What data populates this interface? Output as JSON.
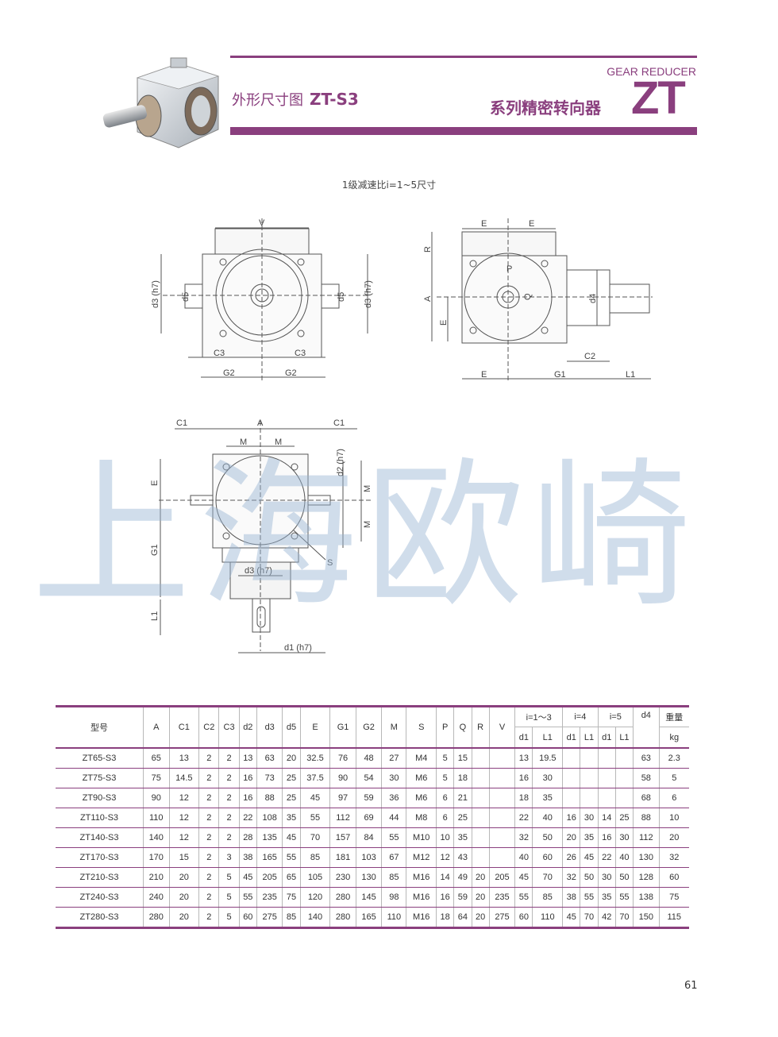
{
  "header": {
    "title_cn": "外形尺寸图",
    "model": "ZT-S3",
    "gear_reducer": "GEAR REDUCER",
    "series_cn": "系列精密转向器",
    "brand": "ZT"
  },
  "ratio_note": "1级减速比i=1~5尺寸",
  "watermark": "上海欧崎",
  "drawing": {
    "labels": {
      "V": "V",
      "d3h7": "d3 (h7)",
      "d5": "d5",
      "C3": "C3",
      "G2": "G2",
      "E": "E",
      "R": "R",
      "A": "A",
      "P": "P",
      "Q": "Q",
      "d4": "d4",
      "C2": "C2",
      "G1": "G1",
      "L1": "L1",
      "C1": "C1",
      "M": "M",
      "d2h7": "d2 (h7)",
      "S": "S",
      "d1h7": "d1 (h7)"
    }
  },
  "table": {
    "head_row1": [
      "型号",
      "A",
      "C1",
      "C2",
      "C3",
      "d2",
      "d3",
      "d5",
      "E",
      "G1",
      "G2",
      "M",
      "S",
      "P",
      "Q",
      "R",
      "V"
    ],
    "ratio_groups": [
      "i=1～3",
      "i=4",
      "i=5"
    ],
    "d4": "d4",
    "weight": "重量",
    "sub_labels": [
      "d1",
      "L1",
      "d1",
      "L1",
      "d1",
      "L1"
    ],
    "kg": "kg",
    "rows": [
      [
        "ZT65-S3",
        "65",
        "13",
        "2",
        "2",
        "13",
        "63",
        "20",
        "32.5",
        "76",
        "48",
        "27",
        "M4",
        "5",
        "15",
        "",
        "",
        "13",
        "19.5",
        "",
        "",
        "",
        "",
        "63",
        "2.3"
      ],
      [
        "ZT75-S3",
        "75",
        "14.5",
        "2",
        "2",
        "16",
        "73",
        "25",
        "37.5",
        "90",
        "54",
        "30",
        "M6",
        "5",
        "18",
        "",
        "",
        "16",
        "30",
        "",
        "",
        "",
        "",
        "58",
        "5"
      ],
      [
        "ZT90-S3",
        "90",
        "12",
        "2",
        "2",
        "16",
        "88",
        "25",
        "45",
        "97",
        "59",
        "36",
        "M6",
        "6",
        "21",
        "",
        "",
        "18",
        "35",
        "",
        "",
        "",
        "",
        "68",
        "6"
      ],
      [
        "ZT110-S3",
        "110",
        "12",
        "2",
        "2",
        "22",
        "108",
        "35",
        "55",
        "112",
        "69",
        "44",
        "M8",
        "6",
        "25",
        "",
        "",
        "22",
        "40",
        "16",
        "30",
        "14",
        "25",
        "88",
        "10"
      ],
      [
        "ZT140-S3",
        "140",
        "12",
        "2",
        "2",
        "28",
        "135",
        "45",
        "70",
        "157",
        "84",
        "55",
        "M10",
        "10",
        "35",
        "",
        "",
        "32",
        "50",
        "20",
        "35",
        "16",
        "30",
        "112",
        "20"
      ],
      [
        "ZT170-S3",
        "170",
        "15",
        "2",
        "3",
        "38",
        "165",
        "55",
        "85",
        "181",
        "103",
        "67",
        "M12",
        "12",
        "43",
        "",
        "",
        "40",
        "60",
        "26",
        "45",
        "22",
        "40",
        "130",
        "32"
      ],
      [
        "ZT210-S3",
        "210",
        "20",
        "2",
        "5",
        "45",
        "205",
        "65",
        "105",
        "230",
        "130",
        "85",
        "M16",
        "14",
        "49",
        "20",
        "205",
        "45",
        "70",
        "32",
        "50",
        "30",
        "50",
        "128",
        "60"
      ],
      [
        "ZT240-S3",
        "240",
        "20",
        "2",
        "5",
        "55",
        "235",
        "75",
        "120",
        "280",
        "145",
        "98",
        "M16",
        "16",
        "59",
        "20",
        "235",
        "55",
        "85",
        "38",
        "55",
        "35",
        "55",
        "138",
        "75"
      ],
      [
        "ZT280-S3",
        "280",
        "20",
        "2",
        "5",
        "60",
        "275",
        "85",
        "140",
        "280",
        "165",
        "110",
        "M16",
        "18",
        "64",
        "20",
        "275",
        "60",
        "110",
        "45",
        "70",
        "42",
        "70",
        "150",
        "115"
      ]
    ]
  },
  "page_number": "61"
}
